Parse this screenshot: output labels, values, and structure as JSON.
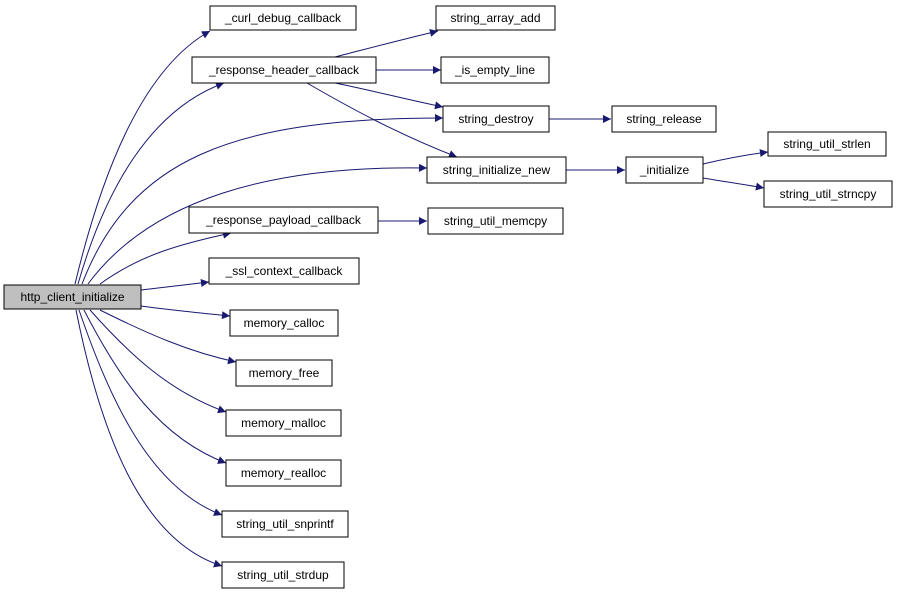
{
  "colors": {
    "edge": "#191970",
    "root_fill": "#bfbfbf",
    "node_fill": "#ffffff",
    "border": "#000000"
  },
  "nodes": {
    "http_client_initialize": "http_client_initialize",
    "curl_debug_callback": "_curl_debug_callback",
    "response_header_callback": "_response_header_callback",
    "response_payload_callback": "_response_payload_callback",
    "ssl_context_callback": "_ssl_context_callback",
    "string_array_add": "string_array_add",
    "is_empty_line": "_is_empty_line",
    "string_destroy": "string_destroy",
    "string_release": "string_release",
    "string_initialize_new": "string_initialize_new",
    "initialize": "_initialize",
    "string_util_strlen": "string_util_strlen",
    "string_util_strncpy": "string_util_strncpy",
    "string_util_memcpy": "string_util_memcpy",
    "memory_calloc": "memory_calloc",
    "memory_free": "memory_free",
    "memory_malloc": "memory_malloc",
    "memory_realloc": "memory_realloc",
    "string_util_snprintf": "string_util_snprintf",
    "string_util_strdup": "string_util_strdup"
  },
  "edges": [
    [
      "http_client_initialize",
      "curl_debug_callback"
    ],
    [
      "http_client_initialize",
      "response_header_callback"
    ],
    [
      "http_client_initialize",
      "string_destroy"
    ],
    [
      "http_client_initialize",
      "string_initialize_new"
    ],
    [
      "http_client_initialize",
      "response_payload_callback"
    ],
    [
      "http_client_initialize",
      "ssl_context_callback"
    ],
    [
      "http_client_initialize",
      "memory_calloc"
    ],
    [
      "http_client_initialize",
      "memory_free"
    ],
    [
      "http_client_initialize",
      "memory_malloc"
    ],
    [
      "http_client_initialize",
      "memory_realloc"
    ],
    [
      "http_client_initialize",
      "string_util_snprintf"
    ],
    [
      "http_client_initialize",
      "string_util_strdup"
    ],
    [
      "response_header_callback",
      "string_array_add"
    ],
    [
      "response_header_callback",
      "is_empty_line"
    ],
    [
      "response_header_callback",
      "string_destroy"
    ],
    [
      "response_header_callback",
      "string_initialize_new"
    ],
    [
      "string_destroy",
      "string_release"
    ],
    [
      "string_initialize_new",
      "initialize"
    ],
    [
      "initialize",
      "string_util_strlen"
    ],
    [
      "initialize",
      "string_util_strncpy"
    ],
    [
      "response_payload_callback",
      "string_util_memcpy"
    ]
  ]
}
